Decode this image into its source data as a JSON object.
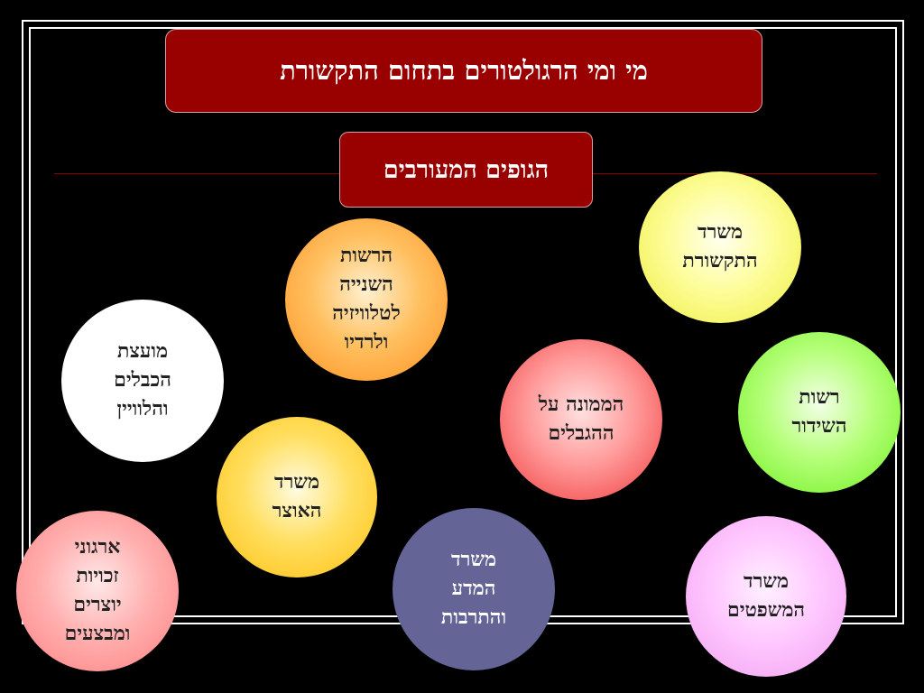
{
  "title": "מי ומי הרגולטורים בתחום התקשורת",
  "subtitle": "הגופים המעורבים",
  "bubbles": {
    "communications_ministry": {
      "lines": [
        "משרד",
        "התקשורת"
      ]
    },
    "second_authority": {
      "lines": [
        "הרשות",
        "השנייה",
        "לטלוויזיה",
        "ולרדיו"
      ]
    },
    "cable_council": {
      "lines": [
        "מועצת",
        "הכבלים",
        "והלוויין"
      ]
    },
    "broadcasting_authority": {
      "lines": [
        "רשות",
        "השידור"
      ]
    },
    "antitrust_commissioner": {
      "lines": [
        "הממונה על",
        "ההגבלים"
      ]
    },
    "finance_ministry": {
      "lines": [
        "משרד",
        "האוצר"
      ]
    },
    "rights_organizations": {
      "lines": [
        "ארגוני",
        "זכויות",
        "יוצרים",
        "ומבצעים"
      ]
    },
    "science_ministry": {
      "lines": [
        "משרד",
        "המדע",
        "והתרבות"
      ]
    },
    "justice_ministry": {
      "lines": [
        "משרד",
        "המשפטים"
      ]
    }
  },
  "colors": {
    "background": "#000000",
    "title_box": "#990000",
    "line": "#8b0000"
  }
}
